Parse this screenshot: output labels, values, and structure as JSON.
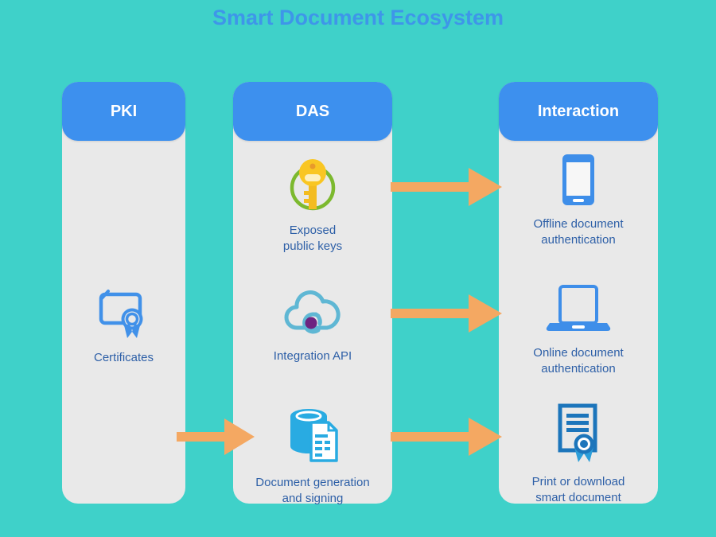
{
  "title": "Smart Document Ecosystem",
  "columns": [
    {
      "header": "PKI",
      "items": [
        {
          "icon": "certificate-icon",
          "label": "Certificates"
        }
      ]
    },
    {
      "header": "DAS",
      "items": [
        {
          "icon": "key-icon",
          "label": "Exposed\npublic keys"
        },
        {
          "icon": "cloud-api-icon",
          "label": "Integration API"
        },
        {
          "icon": "database-document-icon",
          "label": "Document generation\nand signing"
        }
      ]
    },
    {
      "header": "Interaction",
      "items": [
        {
          "icon": "smartphone-icon",
          "label": "Offline document\nauthentication"
        },
        {
          "icon": "laptop-icon",
          "label": "Online document\nauthentication"
        },
        {
          "icon": "certificate-ribbon-icon",
          "label": "Print or download\nsmart document"
        }
      ]
    }
  ],
  "arrows": [
    {
      "name": "pki-to-das-arrow",
      "from": "PKI",
      "to": "DAS"
    },
    {
      "name": "das-keys-to-offline-auth-arrow",
      "from": "DAS",
      "to": "Interaction"
    },
    {
      "name": "das-api-to-online-auth-arrow",
      "from": "DAS",
      "to": "Interaction"
    },
    {
      "name": "das-docgen-to-print-arrow",
      "from": "DAS",
      "to": "Interaction"
    }
  ],
  "colors": {
    "background": "#3FD1C9",
    "title_text": "#3E96E9",
    "column_header_bg": "#3D90EE",
    "column_header_text": "#FFFFFF",
    "column_bg": "#E9E9E9",
    "label_text": "#2D5FA7",
    "arrow": "#F4A862",
    "key_yellow": "#F9C623",
    "key_ring_green": "#7CB92E",
    "cloud_blue": "#5FB7D4",
    "api_dot_purple": "#6E2380",
    "database_cyan": "#29ABE2",
    "certificate_blue": "#4191E9",
    "device_blue": "#3E8EE9",
    "print_doc_blue": "#1C75BB",
    "ribbon_light_blue": "#2D9ED9"
  }
}
